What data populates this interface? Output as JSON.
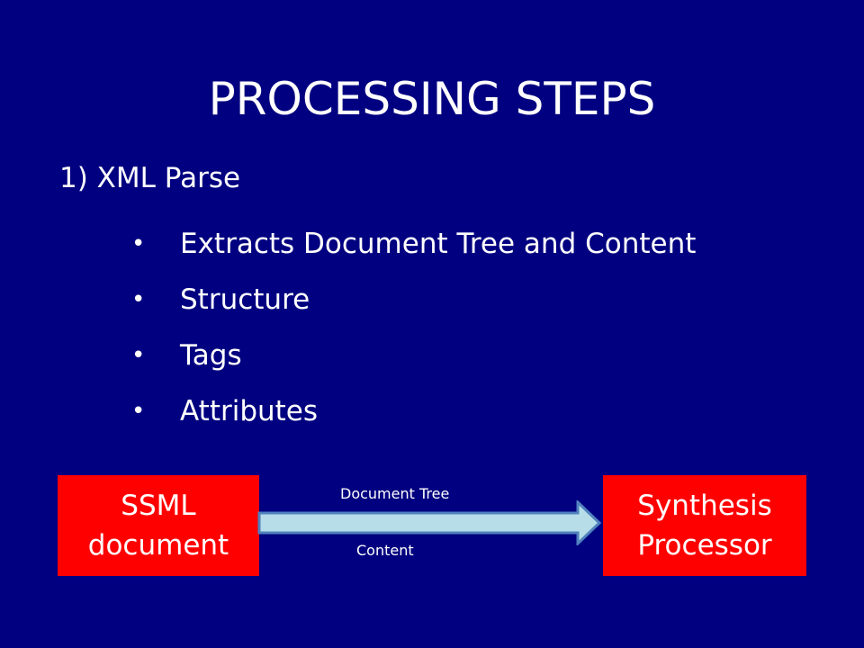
{
  "slide": {
    "title": "PROCESSING STEPS",
    "step_heading": "1) XML Parse",
    "bullets": [
      "Extracts Document Tree and Content",
      "Structure",
      "Tags",
      "Attributes"
    ],
    "bullet_glyph": "•"
  },
  "diagram": {
    "source_box": {
      "line1": "SSML",
      "line2": "document"
    },
    "target_box": {
      "line1": "Synthesis",
      "line2": "Processor"
    },
    "arrow_label_top": "Document Tree",
    "arrow_label_bottom": "Content"
  },
  "colors": {
    "background": "#000080",
    "box_fill": "#ff0000",
    "arrow_fill": "#b7dde8",
    "arrow_stroke": "#4f81bd",
    "text": "#ffffff"
  }
}
